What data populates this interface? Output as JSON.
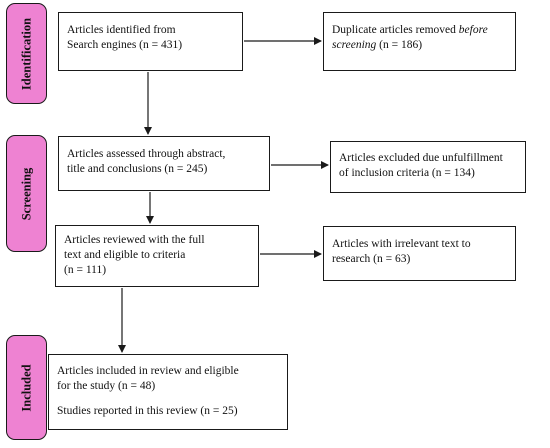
{
  "phases": {
    "identification": "Identification",
    "screening": "Screening",
    "included": "Included"
  },
  "boxes": {
    "identified": {
      "line1": "Articles identified from",
      "line2": "Search engines (n = 431)"
    },
    "duplicates": {
      "line1": "Duplicate articles removed ",
      "line1_italic": "before",
      "line2_italic": "screening",
      "line2": " (n = 186)"
    },
    "assessed": {
      "line1": "Articles assessed through abstract,",
      "line2": "title and conclusions (n = 245)"
    },
    "excluded": {
      "line1": "Articles excluded due unfulfillment",
      "line2": "of inclusion criteria (n = 134)"
    },
    "reviewed": {
      "line1": "Articles reviewed with the full",
      "line2": "text and eligible to criteria",
      "line3": "(n = 111)"
    },
    "irrelevant": {
      "line1": "Articles with irrelevant text to",
      "line2": "research (n = 63)"
    },
    "included": {
      "line1": "Articles included in review and eligible",
      "line2": "for the study (n = 48)",
      "line3": "Studies reported in this review (n = 25)"
    }
  },
  "colors": {
    "phase_fill": "#ee82d2",
    "border": "#1a1a1a",
    "arrow": "#1a1a1a"
  }
}
